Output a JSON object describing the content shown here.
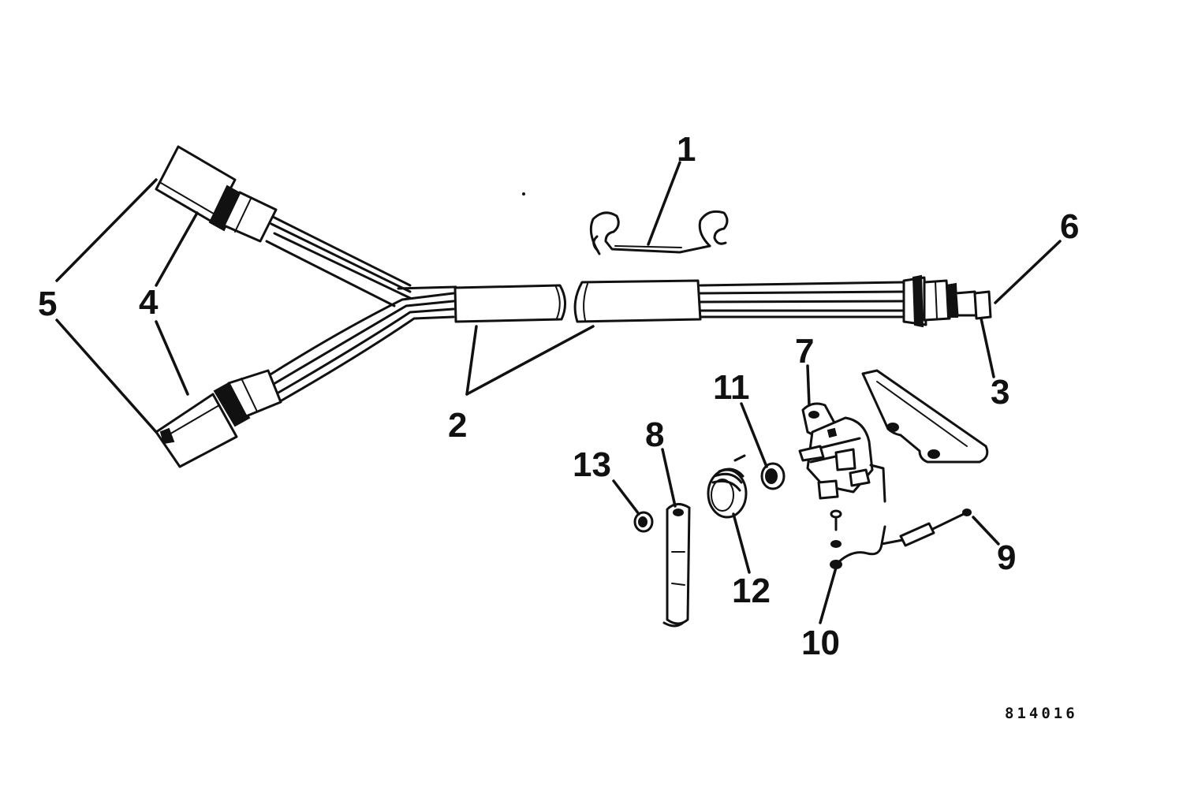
{
  "diagram": {
    "callouts": [
      "1",
      "2",
      "3",
      "4",
      "5",
      "6",
      "7",
      "8",
      "9",
      "10",
      "11",
      "12",
      "13"
    ],
    "figure_number": "814016"
  }
}
